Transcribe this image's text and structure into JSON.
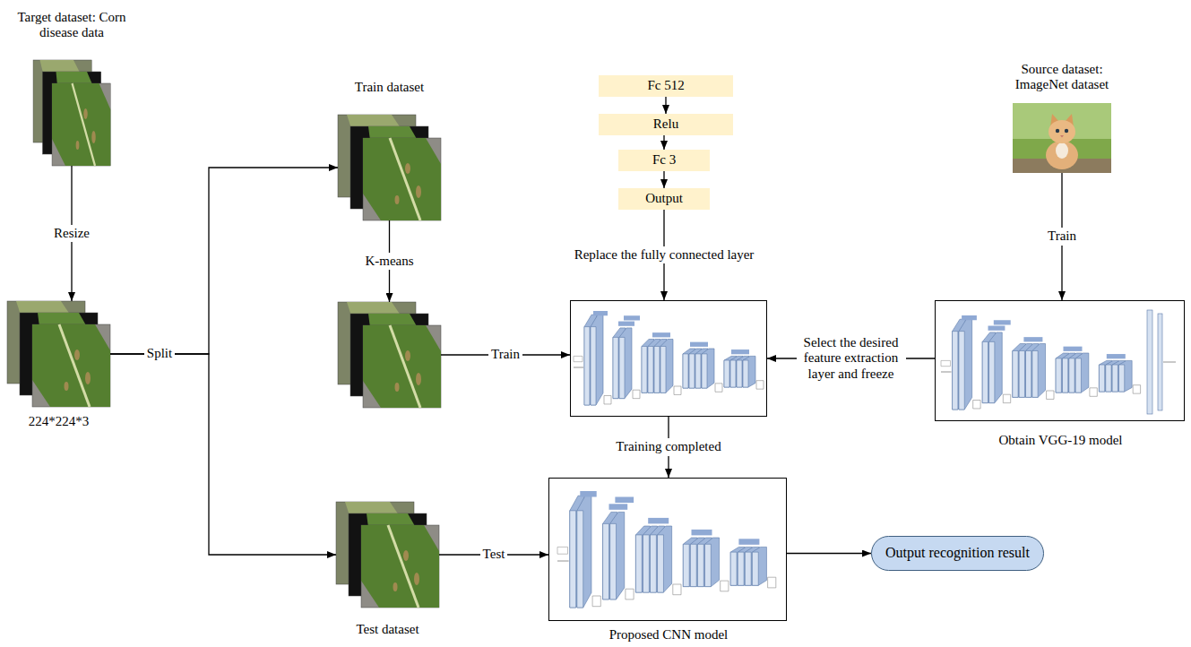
{
  "diagram": {
    "nodes": [
      {
        "text": [
          "Target dataset: Corn disease data"
        ]
      },
      {
        "text": [
          "224*224*3"
        ]
      },
      {
        "text": [
          "Train dataset"
        ]
      },
      {
        "text": []
      },
      {
        "text": [
          "Test dataset"
        ]
      },
      {
        "text": [
          "Fc 512"
        ]
      },
      {
        "text": [
          "Relu"
        ]
      },
      {
        "text": [
          "Fc 3"
        ]
      },
      {
        "text": [
          "Output"
        ]
      },
      {
        "text": []
      },
      {
        "text": [
          "Proposed CNN model"
        ]
      },
      {
        "text": [
          "Output recognition result"
        ]
      },
      {
        "text": [
          "Source dataset: ImageNet dataset"
        ]
      },
      {
        "text": [
          "Obtain VGG-19 model"
        ]
      }
    ],
    "edges": [
      {
        "from": 0,
        "to": 1,
        "label": "Resize",
        "arrow": "to"
      },
      {
        "from": 1,
        "to": 2,
        "label": "Split",
        "arrow": "to"
      },
      {
        "from": 1,
        "to": 4,
        "arrow": "to"
      },
      {
        "from": 2,
        "to": 3,
        "label": "K-means",
        "arrow": "to"
      },
      {
        "from": 3,
        "to": 9,
        "label": "Train",
        "arrow": "to"
      },
      {
        "from": 5,
        "to": 6,
        "arrow": "to"
      },
      {
        "from": 6,
        "to": 7,
        "arrow": "to"
      },
      {
        "from": 7,
        "to": 8,
        "arrow": "to"
      },
      {
        "from": 8,
        "to": 9,
        "label": "Replace the fully connected layer",
        "arrow": "to"
      },
      {
        "from": 12,
        "to": 13,
        "label": "Train",
        "arrow": "to"
      },
      {
        "from": 13,
        "to": 9,
        "label": "Select the desired feature extraction layer and freeze",
        "arrow": "to"
      },
      {
        "from": 9,
        "to": 10,
        "label": "Training completed",
        "arrow": "to"
      },
      {
        "from": 4,
        "to": 10,
        "label": "Test",
        "arrow": "to"
      },
      {
        "from": 10,
        "to": 11,
        "arrow": "to"
      }
    ]
  }
}
